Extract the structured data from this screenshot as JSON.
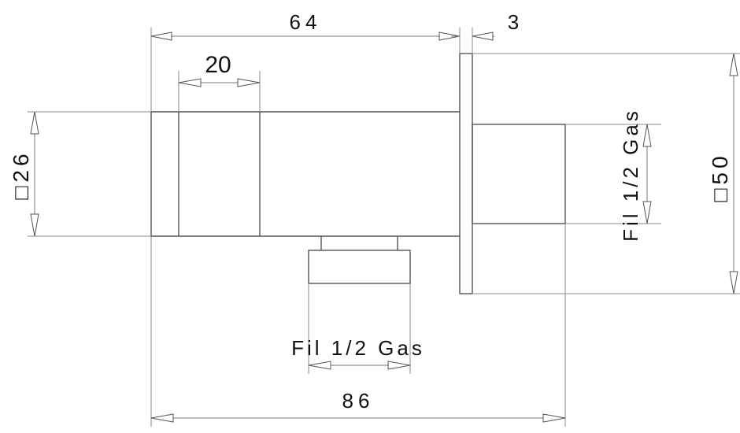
{
  "dimensions": {
    "overall_body_length": "64",
    "flange_thickness": "3",
    "section_length": "20",
    "body_square": "□26",
    "flange_square": "□50",
    "side_thread": "Fil 1/2 Gas",
    "bottom_thread": "Fil 1/2 Gas",
    "overall_length": "86"
  }
}
